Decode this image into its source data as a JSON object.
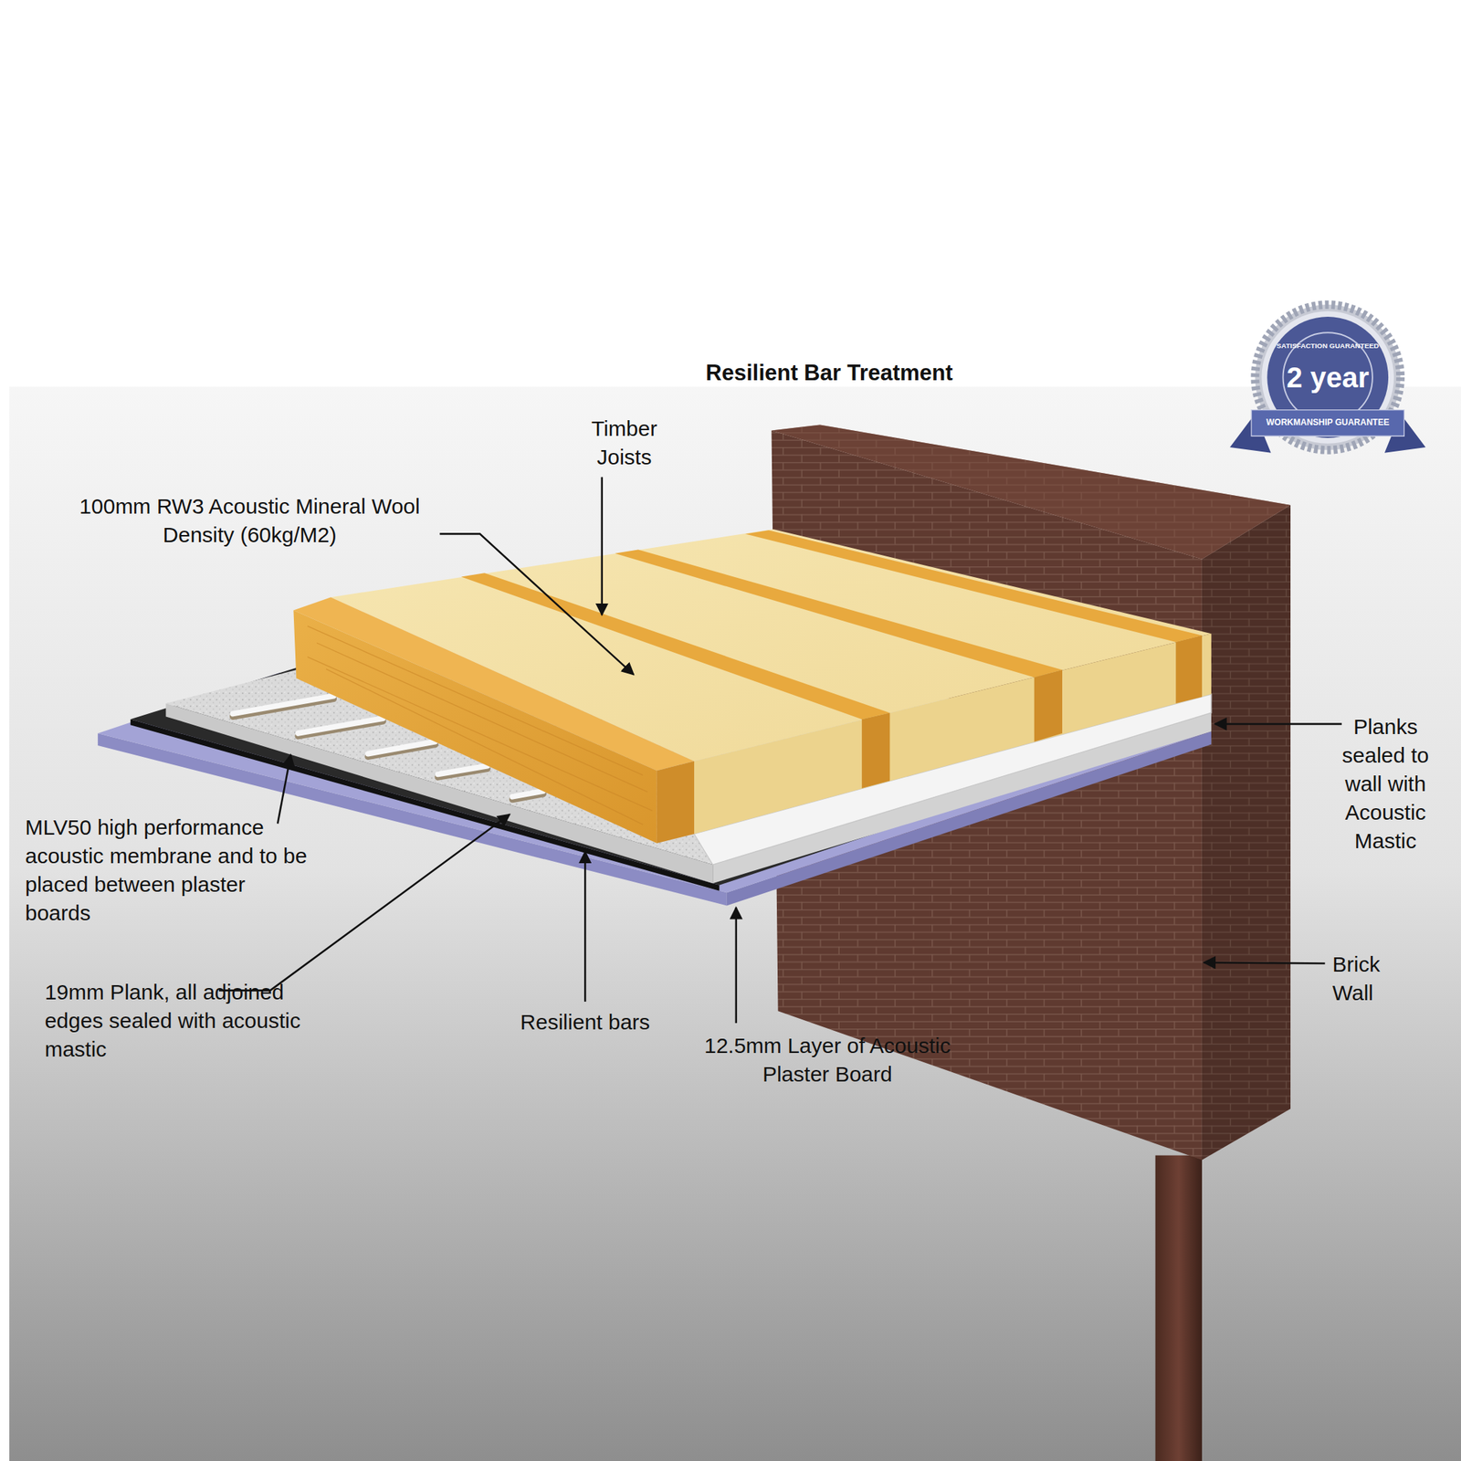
{
  "diagram": {
    "title": "Resilient Bar Treatment",
    "labels": [
      "Timber Joists",
      "100mm RW3 Acoustic Mineral Wool Density (60kg/M2)",
      "Planks sealed to wall with Acoustic Mastic",
      "MLV50 high performance acoustic membrane and to be placed between plaster boards",
      "19mm Plank, all adjoined edges sealed with acoustic mastic",
      "Resilient bars",
      "12.5mm Layer of Acoustic Plaster Board",
      "Brick Wall",
      "SATISFACTION GUARANTEED",
      "2 year",
      "WORKMANSHIP GUARANTEE"
    ]
  }
}
